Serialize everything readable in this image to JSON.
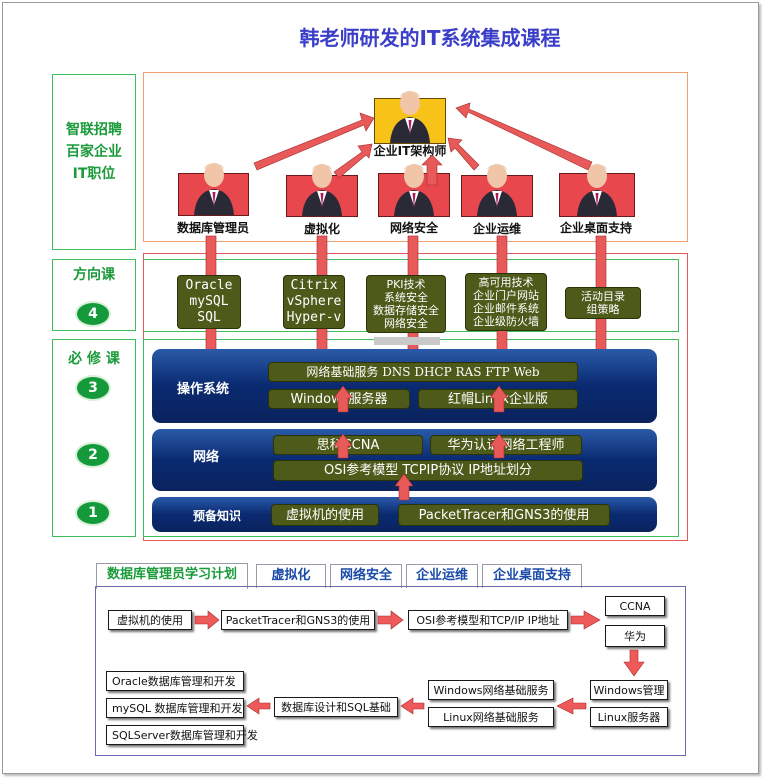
{
  "title": "韩老师研发的IT系统集成课程",
  "left_labels": {
    "recruit_lines": [
      "智联招聘",
      "百家企业",
      "IT职位"
    ],
    "direction": "方向课",
    "required": "必 修 课"
  },
  "steps": [
    "4",
    "3",
    "2",
    "1"
  ],
  "roles": {
    "top": "企业IT架构师",
    "items": [
      "数据库管理员",
      "虚拟化",
      "网络安全",
      "企业运维",
      "企业桌面支持"
    ]
  },
  "direction_boxes": [
    {
      "lines": [
        "Oracle",
        "mySQL",
        "SQL"
      ]
    },
    {
      "lines": [
        "Citrix",
        "vSphere",
        "Hyper-v"
      ]
    },
    {
      "lines": [
        "PKI技术",
        "系统安全",
        "数据存储安全",
        "网络安全"
      ]
    },
    {
      "lines": [
        "高可用技术",
        "企业门户网站",
        "企业邮件系统",
        "企业级防火墙"
      ]
    },
    {
      "lines": [
        "活动目录",
        "组策略"
      ]
    }
  ],
  "layers": {
    "os": {
      "label": "操作系统",
      "items": [
        "网络基础服务 DNS DHCP RAS FTP Web",
        "Windows服务器",
        "红帽Linux企业版"
      ]
    },
    "network": {
      "label": "网络",
      "items": [
        "思科CCNA",
        "华为认证网络工程师",
        "OSI参考模型 TCPIP协议 IP地址划分"
      ]
    },
    "prep": {
      "label": "预备知识",
      "items": [
        "虚拟机的使用",
        "PacketTracer和GNS3的使用"
      ]
    }
  },
  "tabs": [
    "数据库管理员学习计划",
    "虚拟化",
    "网络安全",
    "企业运维",
    "企业桌面支持"
  ],
  "plan": {
    "row1": [
      "虚拟机的使用",
      "PacketTracer和GNS3的使用",
      "OSI参考模型和TCP/IP IP地址"
    ],
    "ccna": "CCNA",
    "huawei": "华为",
    "win_admin": "Windows管理",
    "linux_srv": "Linux服务器",
    "win_net": "Windows网络基础服务",
    "linux_net": "Linux网络基础服务",
    "db_design": "数据库设计和SQL基础",
    "db_list": [
      "Oracle数据库管理和开发",
      "mySQL 数据库管理和开发",
      "SQLServer数据库管理和开发"
    ]
  },
  "colors": {
    "arrow": "#e85a5a",
    "olive": "#4d5a1a",
    "navy": "#0a2a70",
    "green": "#149a3a",
    "title": "#3a3ec8"
  }
}
